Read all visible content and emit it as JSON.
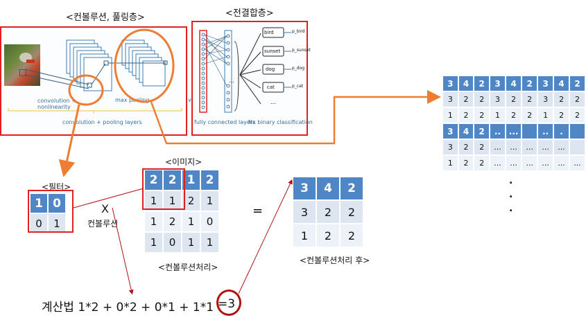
{
  "titles": {
    "conv_pool": "<컨볼루션, 풀링층>",
    "fc": "<전결합층>",
    "filter": "<필터>",
    "image": "<이미지>",
    "conv_process": "<컨볼루션처리>",
    "conv_after": "<컨볼루션처리 후>"
  },
  "cnn": {
    "conv_label_1": "convolution +",
    "conv_label_2": "nonlinearity",
    "maxpool_label": "max pooling",
    "layers_label": "convolution + pooling layers",
    "fc_label": "fully connected layers",
    "nx_label": "Nx binary classification",
    "ve_label": "ve",
    "classes": [
      {
        "name": "bird",
        "p": "p_bird"
      },
      {
        "name": "sunset",
        "p": "p_sunset"
      },
      {
        "name": "dog",
        "p": "p_dog"
      },
      {
        "name": "cat",
        "p": "p_cat"
      }
    ],
    "ellipsis": "..."
  },
  "filter_matrix": [
    [
      "1",
      "0"
    ],
    [
      "0",
      "1"
    ]
  ],
  "image_matrix": [
    [
      "2",
      "2",
      "1",
      "2"
    ],
    [
      "1",
      "1",
      "2",
      "1"
    ],
    [
      "1",
      "2",
      "1",
      "0"
    ],
    [
      "1",
      "0",
      "1",
      "1"
    ]
  ],
  "result_matrix": [
    [
      "3",
      "4",
      "2"
    ],
    [
      "3",
      "2",
      "2"
    ],
    [
      "1",
      "2",
      "2"
    ]
  ],
  "operator": {
    "x": "X",
    "conv_word": "컨볼루션",
    "equals": "="
  },
  "formula": {
    "text": "계산법 1*2 + 0*2 + 0*1 + 1*1",
    "result": "=3"
  },
  "big_table": [
    [
      "3",
      "4",
      "2",
      "3",
      "4",
      "2",
      "3",
      "4",
      "2"
    ],
    [
      "3",
      "2",
      "2",
      "3",
      "2",
      "2",
      "3",
      "2",
      "2"
    ],
    [
      "1",
      "2",
      "2",
      "1",
      "2",
      "2",
      "1",
      "2",
      "2"
    ],
    [
      "3",
      "4",
      "2",
      "..",
      "...",
      "",
      "..",
      ".",
      ""
    ],
    [
      "3",
      "2",
      "2",
      "...",
      "...",
      "...",
      "...",
      "...",
      ""
    ],
    [
      "1",
      "2",
      "2",
      "...",
      "...",
      "...",
      "...",
      "...",
      "..."
    ]
  ],
  "vdots": ".",
  "colors": {
    "accent": "#4f86c6",
    "light": "#dde5f1",
    "red": "#e02020",
    "orange": "#ee7d31",
    "darkred": "#b01010"
  }
}
